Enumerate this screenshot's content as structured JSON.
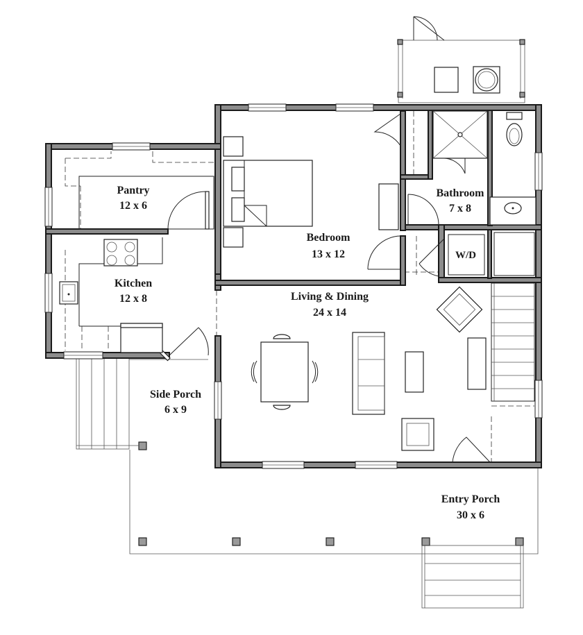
{
  "rooms": {
    "pantry": {
      "name": "Pantry",
      "size": "12 x 6"
    },
    "kitchen": {
      "name": "Kitchen",
      "size": "12 x 8"
    },
    "bedroom": {
      "name": "Bedroom",
      "size": "13 x 12"
    },
    "bathroom": {
      "name": "Bathroom",
      "size": "7 x 8"
    },
    "living": {
      "name": "Living & Dining",
      "size": "24 x 14"
    },
    "side_porch": {
      "name": "Side Porch",
      "size": "6 x 9"
    },
    "entry_porch": {
      "name": "Entry Porch",
      "size": "30 x 6"
    }
  },
  "labels": {
    "washer_dryer": "W/D"
  },
  "colors": {
    "wall": "#8c8c8c",
    "line": "#222222",
    "background": "#ffffff"
  }
}
